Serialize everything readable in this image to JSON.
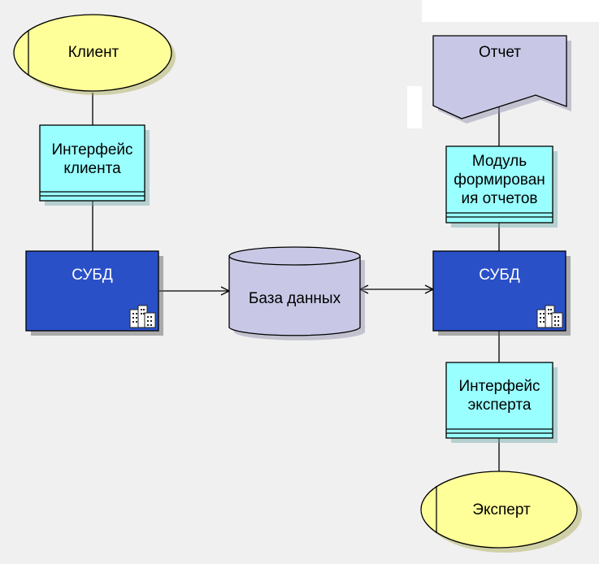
{
  "diagram": {
    "nodes": {
      "client": {
        "label": "Клиент"
      },
      "client_iface": {
        "label": "Интерфейс\nклиента"
      },
      "dbms_left": {
        "label": "СУБД",
        "icon": "buildings-icon"
      },
      "database": {
        "label": "База данных"
      },
      "dbms_right": {
        "label": "СУБД",
        "icon": "buildings-icon"
      },
      "report": {
        "label": "Отчет"
      },
      "report_module": {
        "label": "Модуль\nформирован\nия отчетов"
      },
      "expert_iface": {
        "label": "Интерфейс\nэксперта"
      },
      "expert": {
        "label": "Эксперт"
      }
    },
    "edges": [
      {
        "from": "client",
        "to": "client_iface",
        "arrow": "none"
      },
      {
        "from": "client_iface",
        "to": "dbms_left",
        "arrow": "none"
      },
      {
        "from": "dbms_left",
        "to": "database",
        "arrow": "end"
      },
      {
        "from": "database",
        "to": "dbms_right",
        "arrow": "both"
      },
      {
        "from": "report",
        "to": "report_module",
        "arrow": "none"
      },
      {
        "from": "report_module",
        "to": "dbms_right",
        "arrow": "none"
      },
      {
        "from": "dbms_right",
        "to": "expert_iface",
        "arrow": "none"
      },
      {
        "from": "expert_iface",
        "to": "expert",
        "arrow": "none"
      }
    ]
  },
  "colors": {
    "background": "#f0f0f0",
    "actor_fill": "#ffff99",
    "interface_fill": "#99ffff",
    "dbms_fill": "#2a50c8",
    "database_fill": "#c8c8e6",
    "report_fill": "#c8c8e6"
  }
}
